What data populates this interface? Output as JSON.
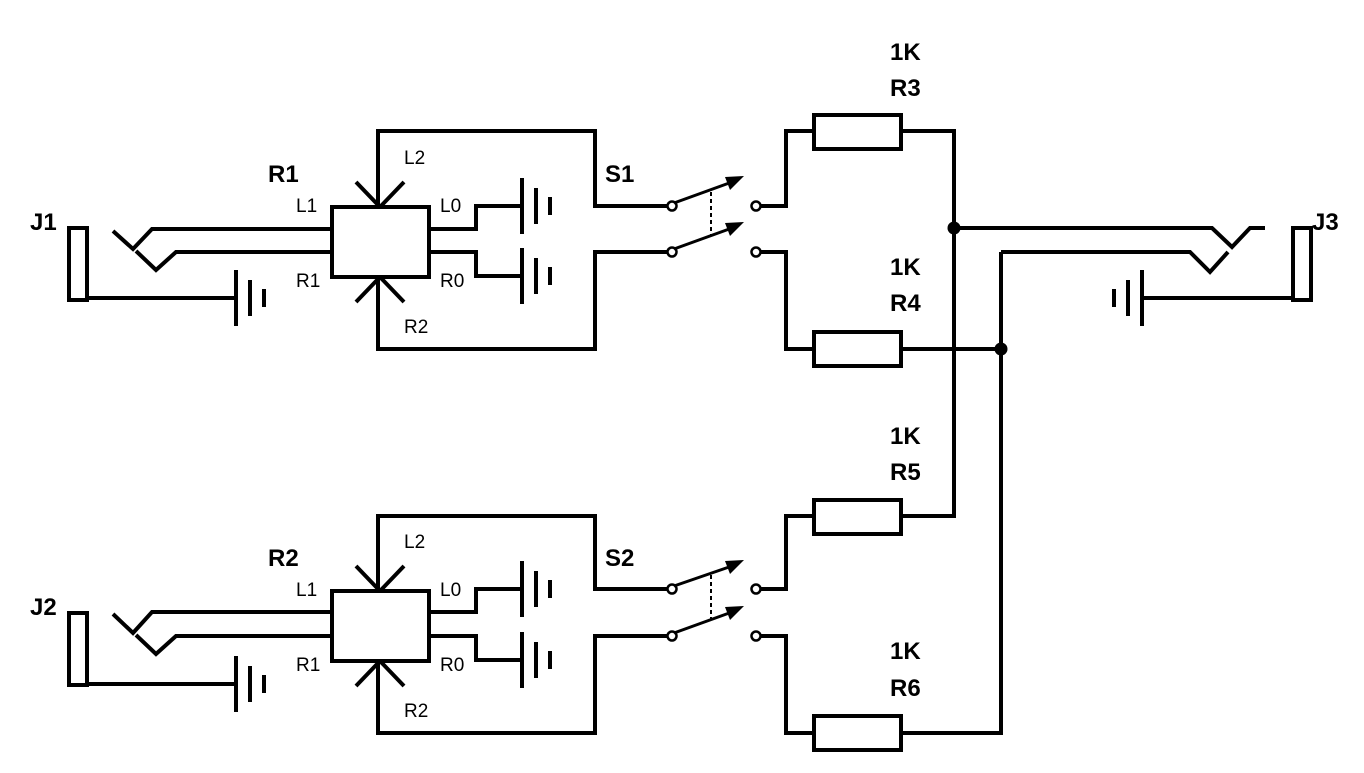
{
  "jacks": {
    "j1": "J1",
    "j2": "J2",
    "j3": "J3"
  },
  "pots": {
    "r1": {
      "name": "R1",
      "pins": {
        "l1": "L1",
        "l2": "L2",
        "l0": "L0",
        "r1": "R1",
        "r0": "R0",
        "r2": "R2"
      }
    },
    "r2": {
      "name": "R2",
      "pins": {
        "l1": "L1",
        "l2": "L2",
        "l0": "L0",
        "r1": "R1",
        "r0": "R0",
        "r2": "R2"
      }
    }
  },
  "switches": {
    "s1": "S1",
    "s2": "S2"
  },
  "resistors": [
    {
      "name": "R3",
      "value": "1K"
    },
    {
      "name": "R4",
      "value": "1K"
    },
    {
      "name": "R5",
      "value": "1K"
    },
    {
      "name": "R6",
      "value": "1K"
    }
  ]
}
